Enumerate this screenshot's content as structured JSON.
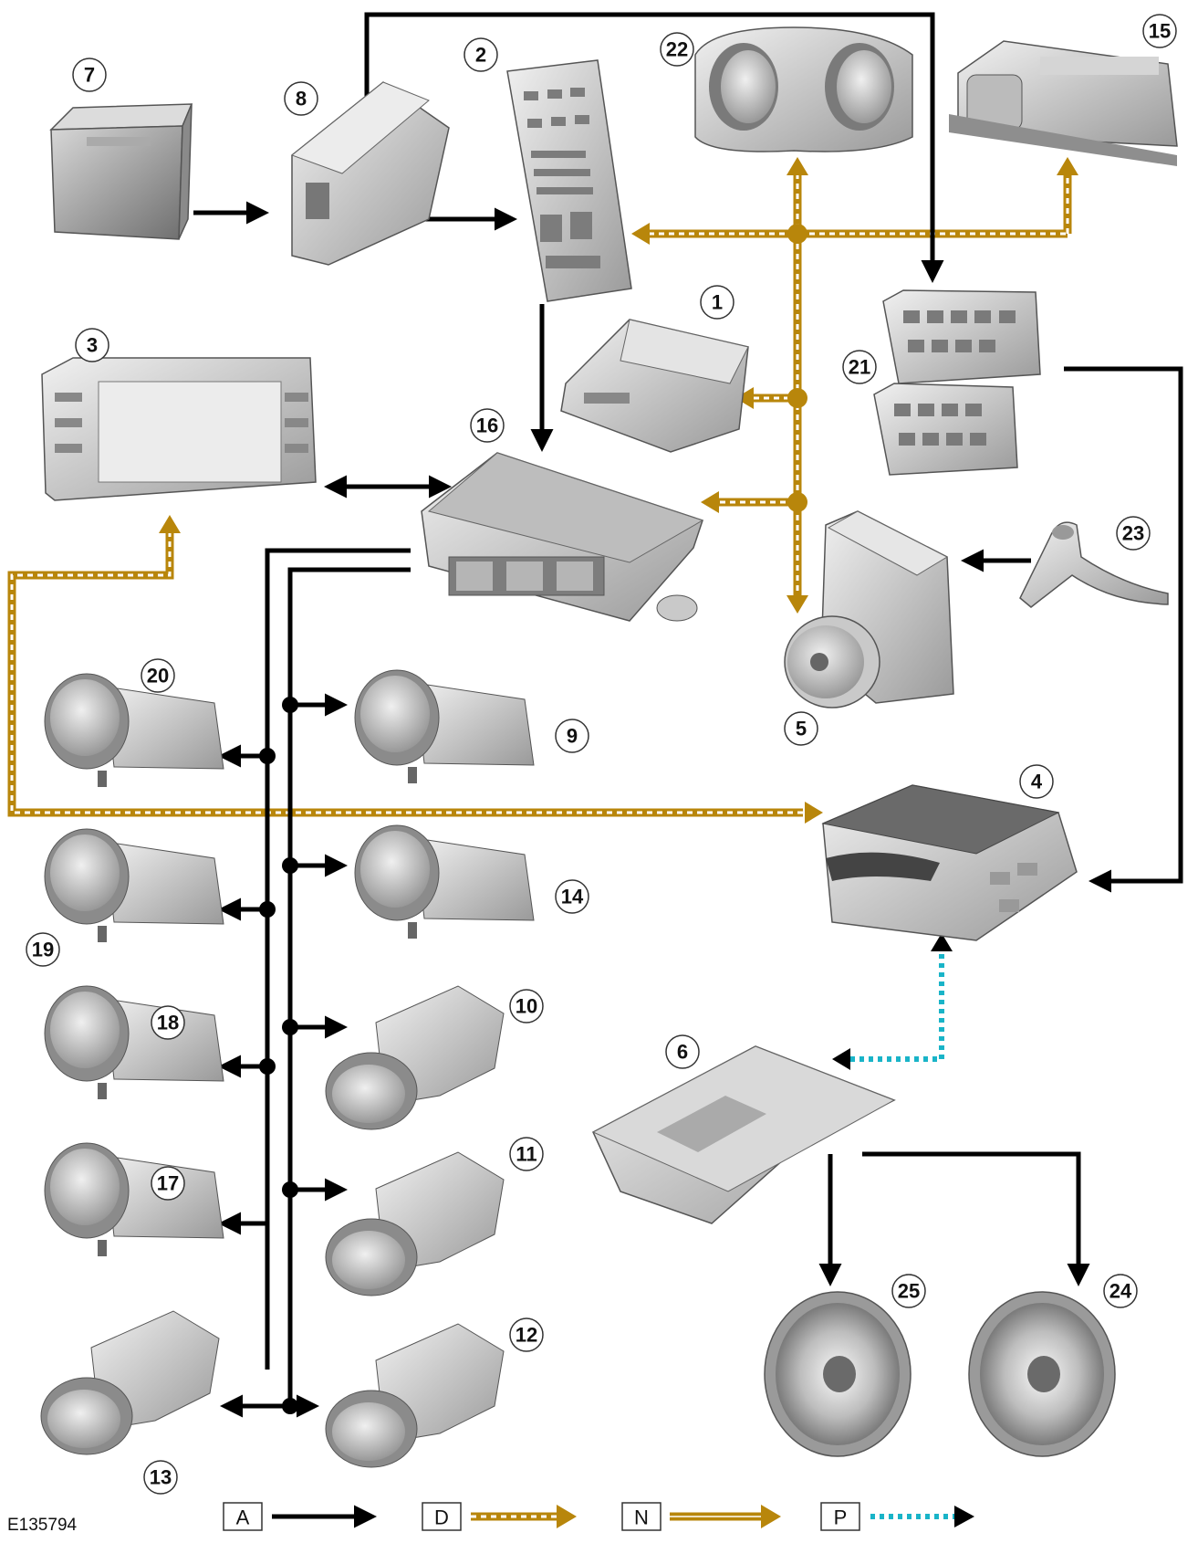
{
  "figure_ref": "E135794",
  "components": [
    {
      "id": "c1",
      "label": "1"
    },
    {
      "id": "c2",
      "label": "2"
    },
    {
      "id": "c3",
      "label": "3"
    },
    {
      "id": "c4",
      "label": "4"
    },
    {
      "id": "c5",
      "label": "5"
    },
    {
      "id": "c6",
      "label": "6"
    },
    {
      "id": "c7",
      "label": "7"
    },
    {
      "id": "c8",
      "label": "8"
    },
    {
      "id": "c9",
      "label": "9"
    },
    {
      "id": "c10",
      "label": "10"
    },
    {
      "id": "c11",
      "label": "11"
    },
    {
      "id": "c12",
      "label": "12"
    },
    {
      "id": "c13",
      "label": "13"
    },
    {
      "id": "c14",
      "label": "14"
    },
    {
      "id": "c15",
      "label": "15"
    },
    {
      "id": "c16",
      "label": "16"
    },
    {
      "id": "c17",
      "label": "17"
    },
    {
      "id": "c18",
      "label": "18"
    },
    {
      "id": "c19",
      "label": "19"
    },
    {
      "id": "c20",
      "label": "20"
    },
    {
      "id": "c21",
      "label": "21"
    },
    {
      "id": "c22",
      "label": "22"
    },
    {
      "id": "c23",
      "label": "23"
    },
    {
      "id": "c24",
      "label": "24"
    },
    {
      "id": "c25",
      "label": "25"
    }
  ],
  "legend": [
    {
      "key": "A",
      "style": "solid-black"
    },
    {
      "key": "D",
      "style": "dashed-gold"
    },
    {
      "key": "N",
      "style": "solid-gold"
    },
    {
      "key": "P",
      "style": "dotted-cyan"
    }
  ],
  "colors": {
    "wire": "#000000",
    "can_gold": "#b8860b",
    "cyan": "#19b4c8",
    "component": "#c9c9c9"
  }
}
